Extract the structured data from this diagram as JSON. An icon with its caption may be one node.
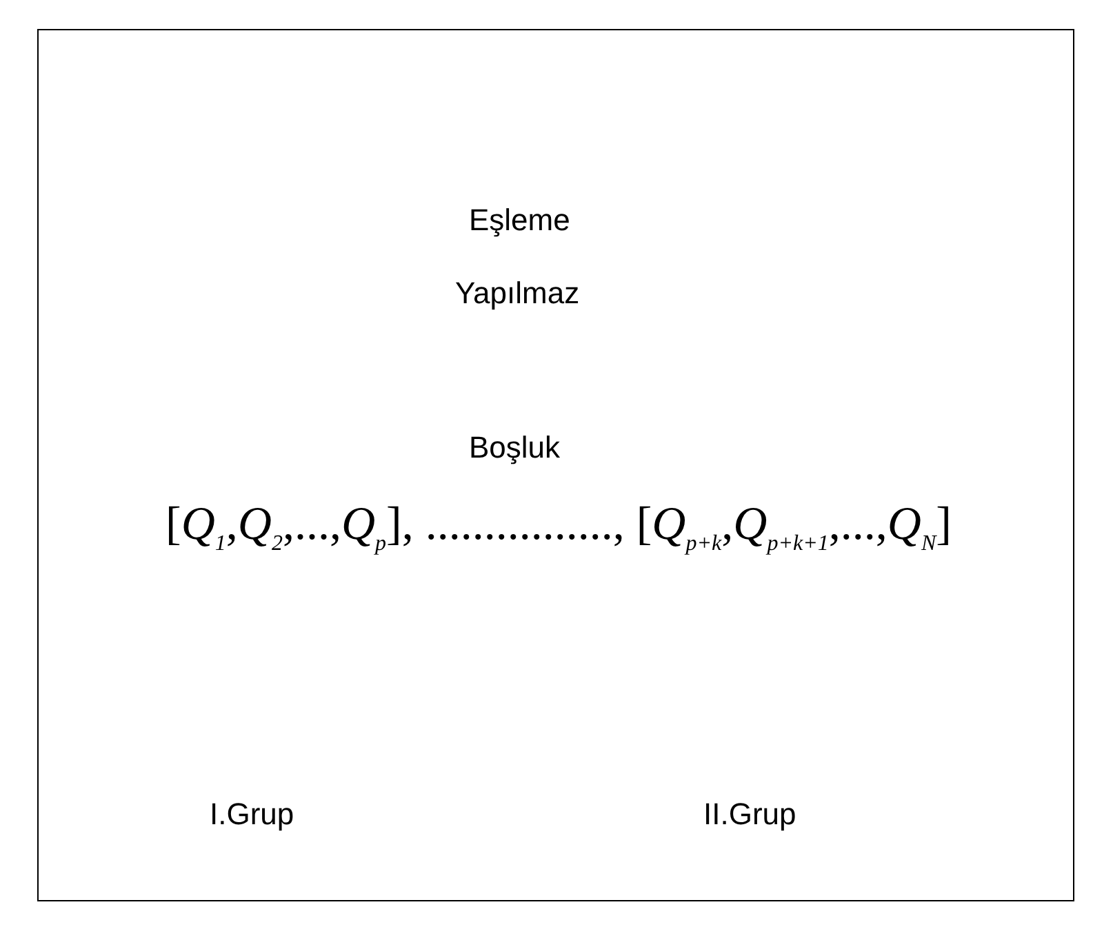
{
  "diagram": {
    "labels": [
      "Eşleme",
      "Yapılmaz",
      "Boşluk",
      "[*Q*$_{1}$,*Q*$_{2}$,...,*Q*$_{p}$], ................, [*Q*$_{p+k}$,*Q*$_{p+k+1}$,...,*Q*$_{N}$]",
      "I.Grup",
      "II.Grup"
    ]
  }
}
